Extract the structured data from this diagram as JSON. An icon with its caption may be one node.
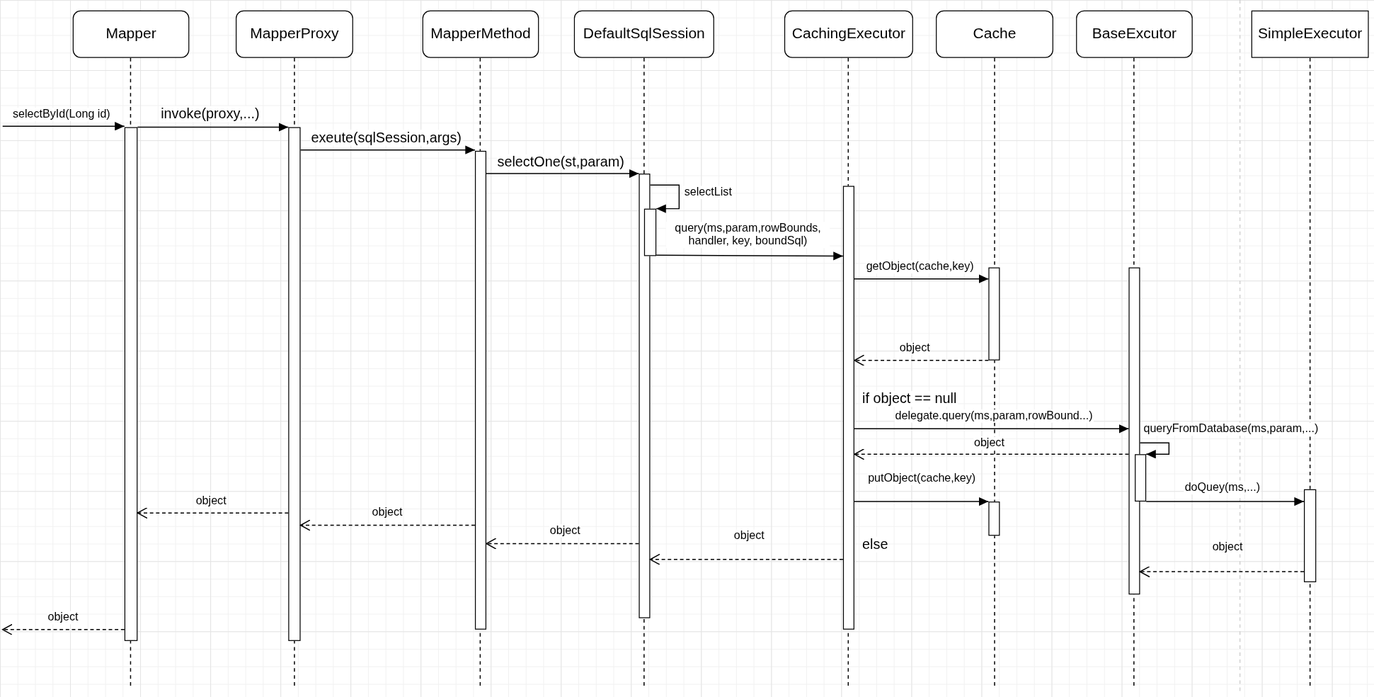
{
  "diagram": {
    "nodes": [
      {
        "text": [
          "Mapper"
        ]
      },
      {
        "text": [
          "MapperProxy"
        ]
      },
      {
        "text": [
          "MapperMethod"
        ]
      },
      {
        "text": [
          "DefaultSqlSession"
        ]
      },
      {
        "text": [
          "CachingExecutor"
        ]
      },
      {
        "text": [
          "Cache"
        ]
      },
      {
        "text": [
          "BaseExcutor"
        ]
      },
      {
        "text": [
          "SimpleExecutor"
        ]
      },
      {
        "text": [],
        "shape": "bar"
      },
      {
        "text": [],
        "shape": "bar"
      },
      {
        "text": [],
        "shape": "bar"
      },
      {
        "text": [],
        "shape": "bar"
      },
      {
        "text": [],
        "shape": "bar"
      },
      {
        "text": [],
        "shape": "bar"
      },
      {
        "text": [],
        "shape": "bar"
      },
      {
        "text": [],
        "shape": "bar"
      },
      {
        "text": [],
        "shape": "bar"
      },
      {
        "text": [],
        "shape": "bar"
      },
      {
        "text": [],
        "shape": "bar"
      }
    ],
    "edges": [
      {
        "from": null,
        "to": 8,
        "arrow": "to",
        "label": "selectById(Long id)"
      },
      {
        "from": 8,
        "to": 9,
        "arrow": "to",
        "label": "invoke(proxy,...)"
      },
      {
        "from": 9,
        "to": 10,
        "arrow": "to",
        "label": "exeute(sqlSession,args)"
      },
      {
        "from": 10,
        "to": 11,
        "arrow": "to",
        "label": "selectOne(st,param)"
      },
      {
        "from": 11,
        "to": 12,
        "arrow": "to",
        "label": "selectList"
      },
      {
        "from": 12,
        "to": 13,
        "arrow": "to",
        "label": "query(ms,param,rowBounds, handler, key, boundSql)"
      },
      {
        "from": 13,
        "to": 14,
        "arrow": "to",
        "label": "getObject(cache,key)"
      },
      {
        "from": 14,
        "to": 13,
        "arrow": "to",
        "label": "object",
        "style": "dashed"
      },
      {
        "from": 13,
        "to": 15,
        "arrow": "to",
        "label": "delegate.query(ms,param,rowBound...)"
      },
      {
        "from": 15,
        "to": 16,
        "arrow": "to",
        "label": "queryFromDatabase(ms,param,...)"
      },
      {
        "from": 15,
        "to": 13,
        "arrow": "to",
        "label": "object",
        "style": "dashed"
      },
      {
        "from": 13,
        "to": 17,
        "arrow": "to",
        "label": "putObject(cache,key)"
      },
      {
        "from": 16,
        "to": 18,
        "arrow": "to",
        "label": "doQuey(ms,...)"
      },
      {
        "from": 18,
        "to": 15,
        "arrow": "to",
        "label": "object",
        "style": "dashed"
      },
      {
        "from": 13,
        "to": 11,
        "arrow": "to",
        "label": "object",
        "style": "dashed"
      },
      {
        "from": 11,
        "to": 10,
        "arrow": "to",
        "label": "object",
        "style": "dashed"
      },
      {
        "from": 10,
        "to": 9,
        "arrow": "to",
        "label": "object",
        "style": "dashed"
      },
      {
        "from": 9,
        "to": 8,
        "arrow": "to",
        "label": "object",
        "style": "dashed"
      },
      {
        "from": 8,
        "to": null,
        "arrow": "to",
        "label": "object",
        "style": "dashed"
      }
    ],
    "labels": [
      "if object == null",
      "else"
    ]
  }
}
